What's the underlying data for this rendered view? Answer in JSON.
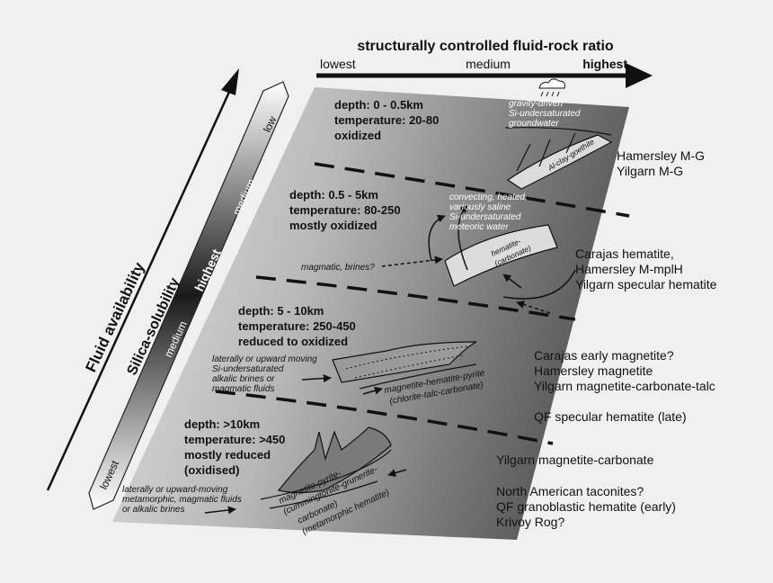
{
  "top_axis": {
    "title": "structurally controlled fluid-rock ratio",
    "lowest": "lowest",
    "medium": "medium",
    "highest": "highest"
  },
  "left_axis": {
    "title": "Fluid availability"
  },
  "silica_axis": {
    "title": "Silica-solubility",
    "lowest": "lowest",
    "medium_low": "medium",
    "highest": "highest",
    "medium_high": "medium",
    "low": "low"
  },
  "zones": [
    {
      "depth": "depth: 0 - 0.5km",
      "temperature": "temperature: 20-80",
      "state": "oxidized"
    },
    {
      "depth": "depth: 0.5 - 5km",
      "temperature": "temperature: 80-250",
      "state": "mostly oxidized"
    },
    {
      "depth": "depth: 5 - 10km",
      "temperature": "temperature: 250-450",
      "state": "reduced to oxidized"
    },
    {
      "depth": "depth: >10km",
      "temperature": "temperature: >450",
      "state": "mostly reduced",
      "state2": "(oxidised)"
    }
  ],
  "annotations": {
    "groundwater": [
      "gravity-driven",
      "Si-undersaturated",
      "groundwater"
    ],
    "al_clay": "Al-clay-goethite",
    "meteoric": [
      "convecting, heated,",
      "variously saline",
      "Si-undersaturated",
      "meteoric water"
    ],
    "hematite_carbonate": [
      "hematite-",
      "(carbonate)"
    ],
    "magmatic_brines": "magmatic, brines?",
    "alkalic_brines": [
      "laterally or upward moving",
      "Si-undersaturated",
      "alkalic brines or",
      "magmatic fluids"
    ],
    "mhp": [
      "magnetite-hematite-pyrite",
      "(chlorite-talc-carbonate)"
    ],
    "metamorphic": [
      "laterally or upward-moving",
      "metamorphic, magmatic fluids",
      "or alkalic brines"
    ],
    "mpcgc": [
      "magnetite-pyrite-",
      "(cummingtonite-grunerite-",
      "carbonate)",
      "(metamorphic hematite)"
    ]
  },
  "deposits": {
    "group1": [
      "Hamersley M-G",
      "Yilgarn M-G"
    ],
    "group2": [
      "Carajas hematite,",
      "Hamersley M-mplH",
      "Yilgarn specular hematite"
    ],
    "group3": [
      "Carajas early magnetite?",
      "Hamersley magnetite",
      "Yilgarn magnetite-carbonate-talc"
    ],
    "group4": [
      "QF specular hematite (late)"
    ],
    "group5": [
      "Yilgarn magnetite-carbonate"
    ],
    "group6": [
      "North American taconites?",
      "QF granoblastic hematite (early)",
      "Krivoy Rog?"
    ]
  }
}
